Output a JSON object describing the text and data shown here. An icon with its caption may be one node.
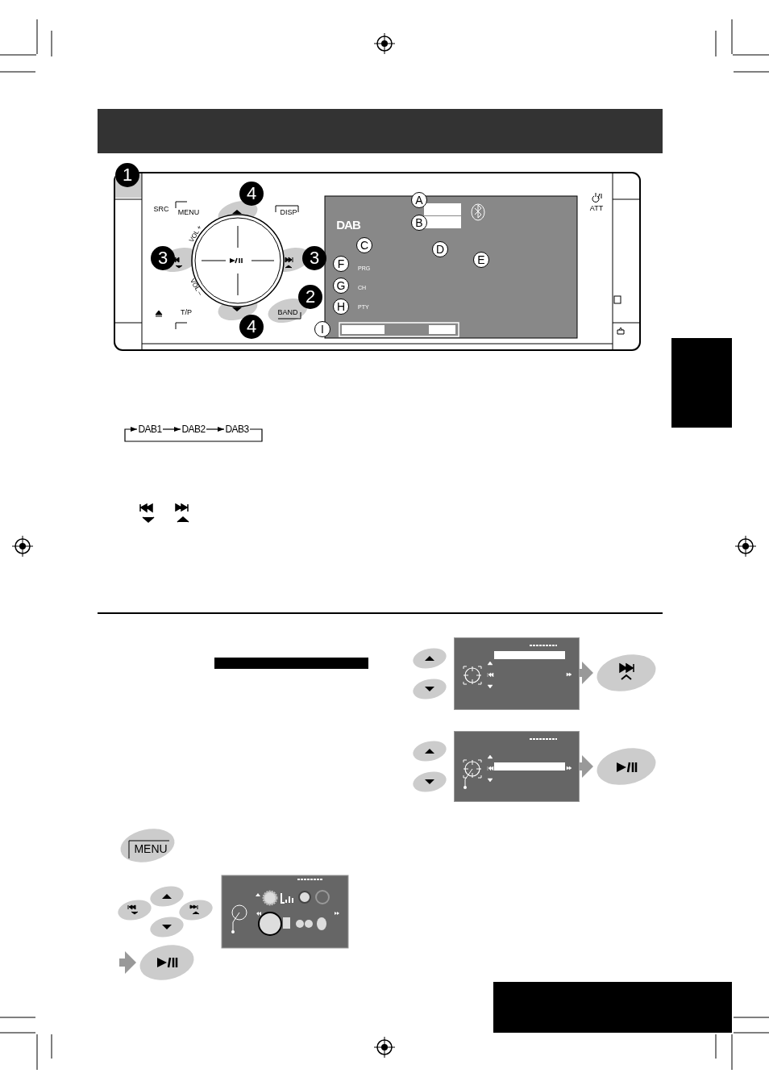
{
  "diagram": {
    "nodes": [
      {
        "text": [
          "DAB1"
        ]
      },
      {
        "text": [
          "DAB2"
        ]
      },
      {
        "text": [
          "DAB3"
        ]
      },
      {
        "text": [],
        "shape": "box"
      },
      {
        "text": [],
        "shape": "ellipse"
      },
      {
        "text": [],
        "shape": "box"
      },
      {
        "text": [],
        "shape": "ellipse"
      },
      {
        "text": [],
        "shape": "ellipse"
      }
    ],
    "edges": [
      {
        "from": 0,
        "to": 1,
        "arrow": "to"
      },
      {
        "from": 1,
        "to": 2,
        "arrow": "to"
      },
      {
        "from": 2,
        "to": 0,
        "arrow": "to"
      },
      {
        "from": 3,
        "to": 4,
        "arrow": "to",
        "style": "thick",
        "color": "#999999"
      },
      {
        "from": 5,
        "to": 6,
        "arrow": "to",
        "style": "thick",
        "color": "#999999"
      },
      {
        "from": null,
        "to": 7,
        "arrow": "to",
        "style": "thick",
        "color": "#999999"
      }
    ],
    "labels": [
      "1",
      "SRC",
      "MENU",
      "4",
      "DISP",
      "VOL +",
      "3",
      "3",
      "VOL –",
      "2",
      "T/P",
      "BAND",
      "4",
      "DAB",
      "A",
      "B",
      "C",
      "D",
      "E",
      "F",
      "G",
      "H",
      "I",
      "PRG",
      "CH",
      "PTY",
      "ATT",
      "MENU"
    ]
  }
}
